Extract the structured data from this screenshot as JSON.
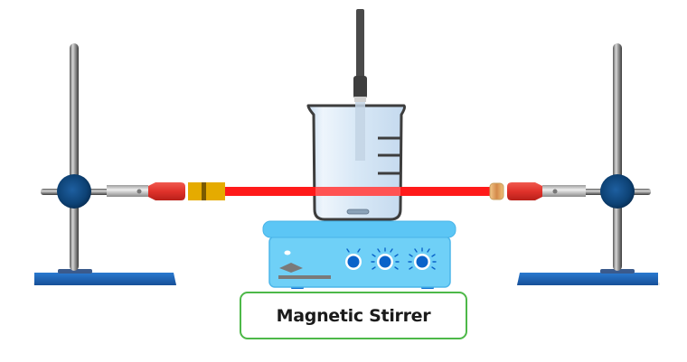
{
  "diagram": {
    "title": "Magnetic stirrer apparatus with suspended fiber",
    "label": "Magnetic Stirrer",
    "components": [
      {
        "name": "left-retort-stand",
        "parts": [
          "rod",
          "base",
          "boss-clamp",
          "clamp-arm"
        ]
      },
      {
        "name": "right-retort-stand",
        "parts": [
          "rod",
          "base",
          "boss-clamp",
          "clamp-arm"
        ]
      },
      {
        "name": "red-fiber",
        "description": "horizontal red fiber passing through beaker"
      },
      {
        "name": "left-connector",
        "parts": [
          "red-grip",
          "yellow-coupler"
        ]
      },
      {
        "name": "right-connector",
        "parts": [
          "red-grip",
          "brass-ferrule"
        ]
      },
      {
        "name": "beaker",
        "graduation_marks": 3
      },
      {
        "name": "probe",
        "description": "dark probe rod dipping into beaker"
      },
      {
        "name": "magnetic-stirrer",
        "knobs": 3,
        "indicator_light": 1
      }
    ],
    "colors": {
      "fiber": "#ff1a1a",
      "stand_base": "#1e63b8",
      "boss_clamp": "#0d4275",
      "stirrer_body": "#6fd0f7",
      "stirrer_top": "#5cc6f5",
      "knob": "#0a63c9",
      "label_border": "#4db848",
      "connector_red": "#e0322b",
      "coupler_yellow": "#e5ab00",
      "beaker_glass": "#d9e9f7",
      "beaker_outline": "#3d3d3d",
      "probe": "#4a4a4a"
    }
  }
}
